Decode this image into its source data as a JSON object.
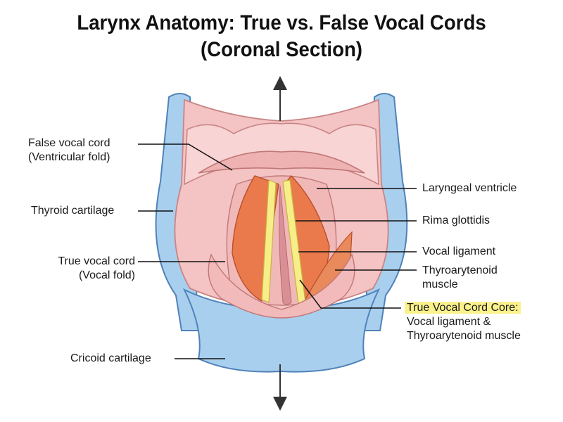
{
  "title": {
    "line1": "Larynx Anatomy: True vs. False Vocal Cords",
    "line2": "(Coronal Section)"
  },
  "labels": {
    "false_cord": [
      "False vocal cord",
      "(Ventricular fold)"
    ],
    "thyroid": "Thyroid cartilage",
    "true_cord": [
      "True vocal cord",
      "(Vocal fold)"
    ],
    "cricoid": "Cricoid cartilage",
    "ventricle": "Laryngeal ventricle",
    "rima": "Rima glottidis",
    "ligament": "Vocal ligament",
    "thyroarytenoid": [
      "Thyroarytenoid",
      "muscle"
    ],
    "core_highlight": "True Vocal Cord Core:",
    "core_detail": [
      "Vocal ligament &",
      "Thyroarytenoid muscle"
    ]
  },
  "colors": {
    "cartilage_blue": "#a9cfee",
    "cartilage_outline": "#4f82b8",
    "mucosa_pink": "#f4c3c3",
    "muscle_orange": "#ea7a4c",
    "ligament_yellow": "#f7ee8a",
    "highlight": "#fbf28c"
  }
}
